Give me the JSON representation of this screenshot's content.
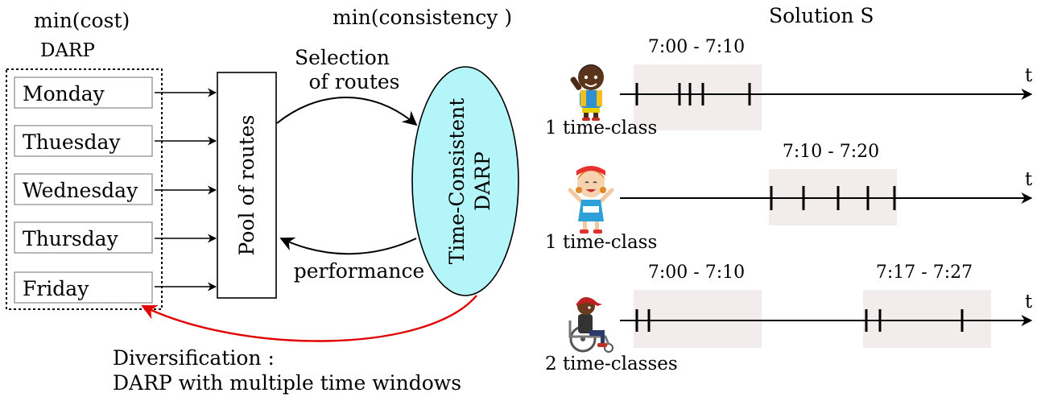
{
  "left": {
    "objective": "min(cost)",
    "model": "DARP",
    "days": [
      "Monday",
      "Thuesday",
      "Wednesday",
      "Thursday",
      "Friday"
    ]
  },
  "pool": {
    "label": "Pool of routes"
  },
  "middle": {
    "objective": "min(consistency )",
    "selection_line1": "Selection",
    "selection_line2": "of routes",
    "performance": "performance",
    "ellipse_line1": "Time-Consistent",
    "ellipse_line2": "DARP",
    "ellipse_color": "#b3f5f8"
  },
  "diversification": {
    "line1": "Diversification :",
    "line2": "DARP with multiple time windows",
    "arrow_color": "#e00000"
  },
  "solution": {
    "title": "Solution  S",
    "axis_label": "t",
    "window_color": "#f2ecec",
    "passengers": [
      {
        "icon": "boy-waving-icon",
        "class_label": "1 time-class",
        "windows": [
          {
            "label": "7:00 - 7:10"
          }
        ],
        "ticks": 5
      },
      {
        "icon": "girl-jumping-icon",
        "class_label": "1 time-class",
        "windows": [
          {
            "label": "7:10 - 7:20"
          }
        ],
        "ticks": 5
      },
      {
        "icon": "wheelchair-user-icon",
        "class_label": "2 time-classes",
        "windows": [
          {
            "label": "7:00 - 7:10"
          },
          {
            "label": "7:17 - 7:27"
          }
        ],
        "ticks": 5
      }
    ]
  }
}
